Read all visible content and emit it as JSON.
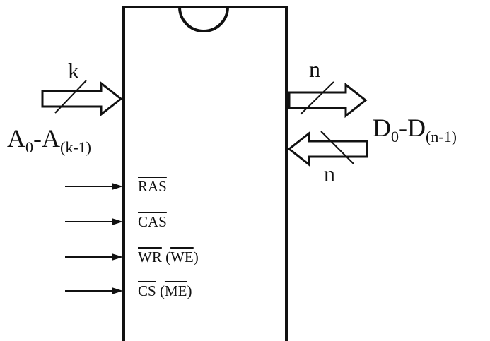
{
  "chip": {
    "address_bus": {
      "width_label": "k",
      "name_prefix": "A",
      "first_index": "0",
      "separator": "-A",
      "last_index": "(k-1)"
    },
    "data_bus": {
      "out_width_label": "n",
      "in_width_label": "n",
      "name_prefix": "D",
      "first_index": "0",
      "separator": "-D",
      "last_index": "(n-1)"
    },
    "control_pins": [
      {
        "name": "RAS"
      },
      {
        "name": "CAS"
      },
      {
        "name": "WR",
        "alt_open": " (",
        "alt": "WE",
        "alt_close": ")"
      },
      {
        "name": "CS",
        "alt_open": " (",
        "alt": "ME",
        "alt_close": ")"
      }
    ]
  },
  "colors": {
    "ink": "#111111",
    "background": "#ffffff"
  }
}
